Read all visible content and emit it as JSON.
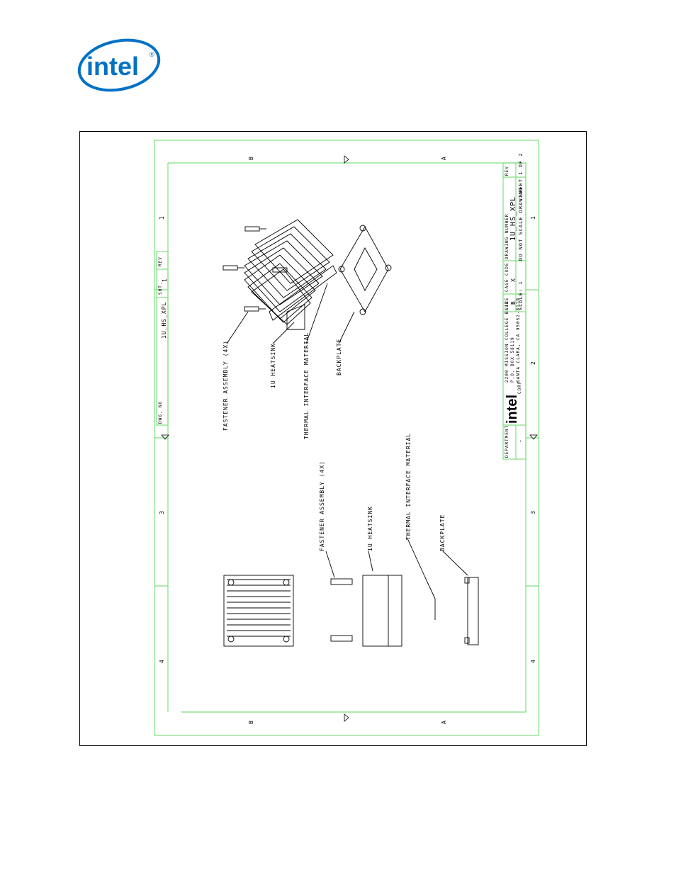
{
  "logo": {
    "wordmark": "intel",
    "registered": "®"
  },
  "drawing": {
    "zone_letters": {
      "b": "B",
      "a": "A"
    },
    "zone_numbers": {
      "n1": "1",
      "n2": "2",
      "n3": "3",
      "n4": "4"
    },
    "top_block": {
      "dwg_no_label": "DWG. NO",
      "dwg_no": "1U_HS_XPL",
      "sht_label": "SHT.",
      "sht": "1",
      "rev_label": "REV"
    },
    "callouts_exploded": {
      "fastener": "FASTENER ASSEMBLY (4X)",
      "heatsink": "1U HEATSINK",
      "tim": "THERMAL INTERFACE MATERIAL",
      "backplate": "BACKPLATE"
    },
    "callouts_side": {
      "fastener": "FASTENER ASSEMBLY (4X)",
      "heatsink": "1U HEATSINK",
      "tim": "THERMAL INTERFACE MATERIAL",
      "backplate": "BACKPLATE"
    },
    "title_block": {
      "department_label": "DEPARTMENT",
      "department": "-",
      "company": "intel",
      "corp": "CORP",
      "address1": "2200 MISSION COLLEGE BLVD.",
      "address2": "P.O. BOX 58119",
      "address3": "SANTA CLARA, CA 95052-8119",
      "size_label": "SIZE",
      "size": "B",
      "cage_label": "CAGE CODE",
      "cage": "X",
      "dwg_label": "DRAWING NUMBER",
      "dwg": "1U_HS_XPL",
      "rev_label": "REV",
      "scale": "SCALE: 1",
      "note": "DO NOT SCALE DRAWING",
      "sheet": "SHEET 1 OF 2"
    }
  },
  "colors": {
    "border": "#000000",
    "drawing_frame": "#7ee07e",
    "brand": "#0071c5"
  }
}
